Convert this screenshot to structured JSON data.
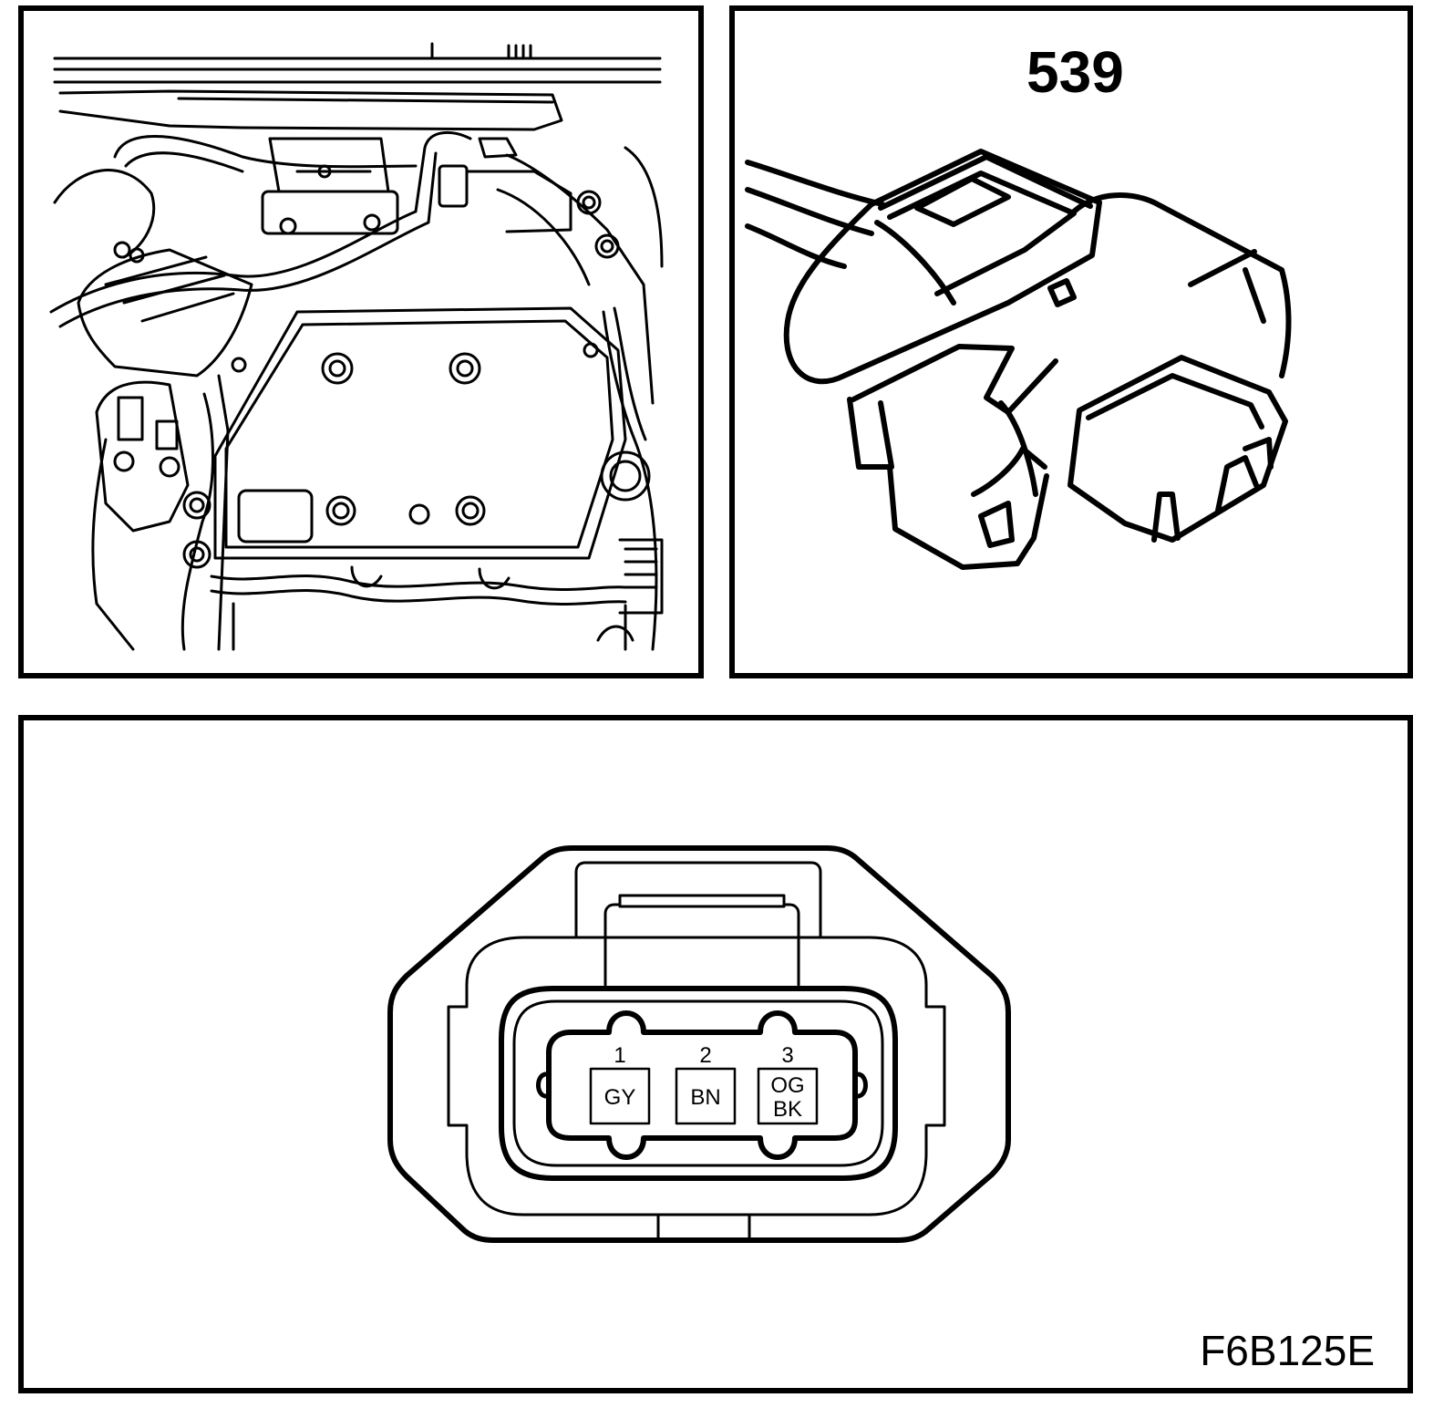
{
  "connector_id": "539",
  "figure_code": "F6B125E",
  "pins": [
    {
      "number": "1",
      "wire_color": [
        "GY"
      ]
    },
    {
      "number": "2",
      "wire_color": [
        "BN"
      ]
    },
    {
      "number": "3",
      "wire_color": [
        "OG",
        "BK"
      ]
    }
  ]
}
